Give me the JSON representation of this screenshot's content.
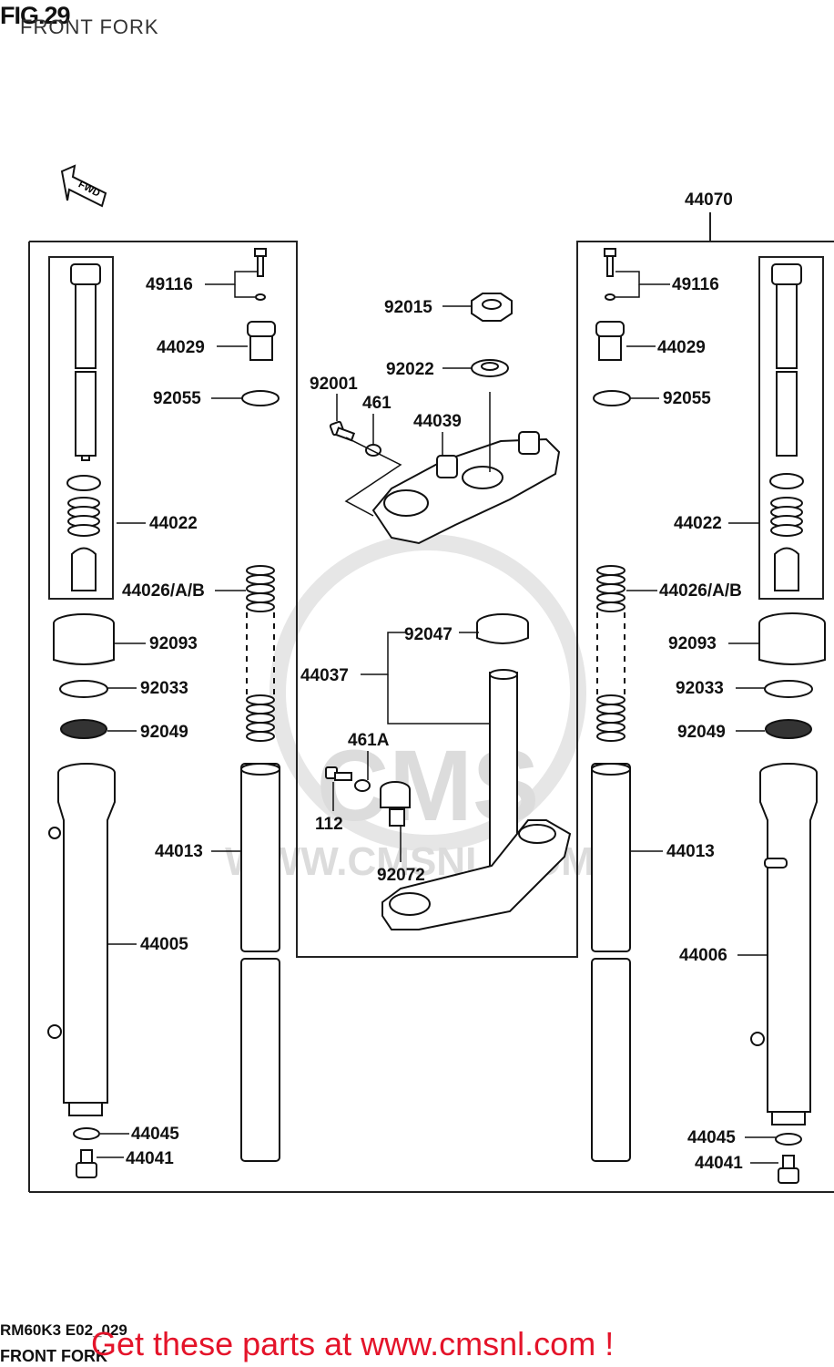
{
  "header": {
    "fig": "FIG.29",
    "subtitle": "FRONT FORK"
  },
  "footer": {
    "diagram_code": "RM60K3 E02_029",
    "diagram_name": "FRONT FORK",
    "promo": "Get these parts at www.cmsnl.com !"
  },
  "watermark": {
    "brand": "CMS",
    "site": "WWW.CMSNL.COM"
  },
  "fwd_marker": "FWD",
  "labels": {
    "assy_right": "44070",
    "cap_bolt_left": "49116",
    "cap_bolt_right": "49116",
    "cap_left": "44029",
    "cap_right": "44029",
    "oring_left": "92055",
    "oring_right": "92055",
    "damper_left": "44022",
    "damper_right": "44022",
    "spring_left": "44026/A/B",
    "spring_right": "44026/A/B",
    "nut": "92015",
    "washer": "92022",
    "bolt_top": "92001",
    "washer_461": "461",
    "upper_bracket": "44039",
    "seal_cap": "92047",
    "stem": "44037",
    "dust_left": "92093",
    "dust_right": "92093",
    "ring_left": "92033",
    "ring_right": "92033",
    "seal_left": "92049",
    "seal_right": "92049",
    "washer_461a": "461A",
    "bolt_112": "112",
    "tube_left": "44013",
    "tube_right": "44013",
    "clamp": "92072",
    "outer_left": "44005",
    "outer_right": "44006",
    "gasket_left": "44045",
    "gasket_right": "44045",
    "bottom_bolt_left": "44041",
    "bottom_bolt_right": "44041"
  }
}
